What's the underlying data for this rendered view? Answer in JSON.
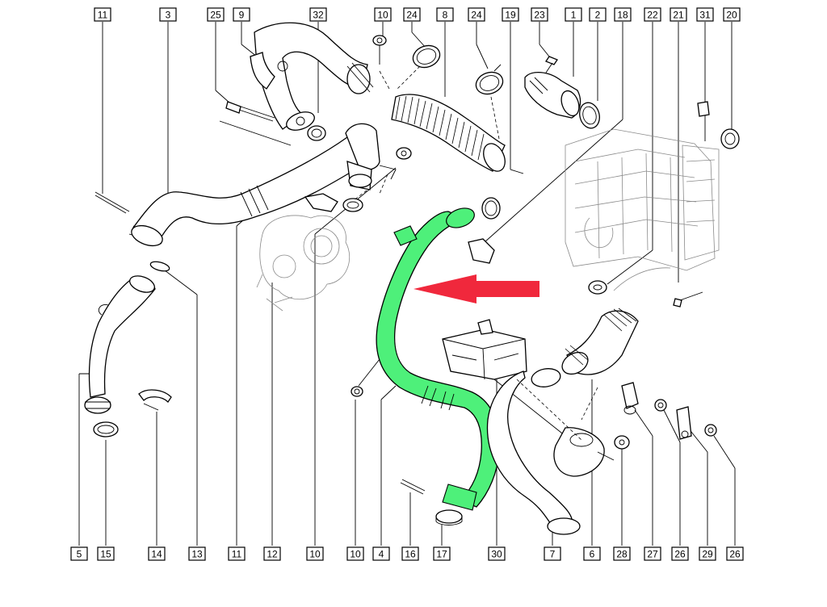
{
  "top_callouts": [
    "11",
    "3",
    "25",
    "9",
    "32",
    "10",
    "24",
    "8",
    "24",
    "19",
    "23",
    "1",
    "2",
    "18",
    "22",
    "21",
    "31",
    "20"
  ],
  "bottom_callouts": [
    "5",
    "15",
    "14",
    "13",
    "11",
    "12",
    "10",
    "10",
    "4",
    "16",
    "17",
    "30",
    "7",
    "6",
    "28",
    "27",
    "26",
    "29",
    "26"
  ],
  "highlight_color": "#4ef07a",
  "arrow_color": "#f0283c"
}
